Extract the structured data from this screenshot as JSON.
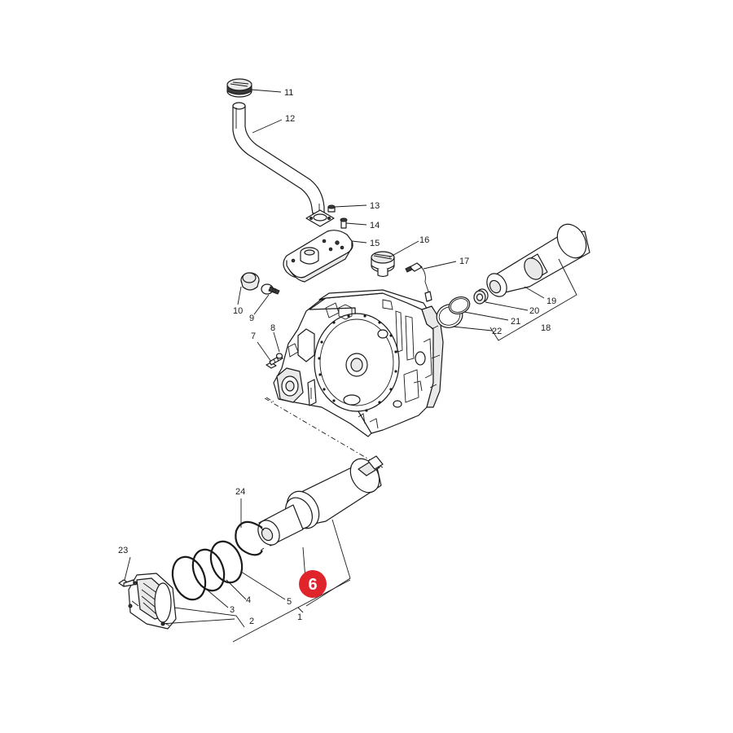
{
  "callouts": {
    "p1": "1",
    "p2": "2",
    "p3": "3",
    "p4": "4",
    "p5": "5",
    "p7": "7",
    "p8": "8",
    "p9": "9",
    "p10": "10",
    "p11": "11",
    "p12": "12",
    "p13": "13",
    "p14": "14",
    "p15": "15",
    "p16": "16",
    "p17": "17",
    "p18": "18",
    "p19": "19",
    "p20": "20",
    "p21": "21",
    "p22": "22",
    "p23": "23",
    "p24": "24"
  },
  "highlight": {
    "label": "6",
    "color": "#e0242b"
  }
}
